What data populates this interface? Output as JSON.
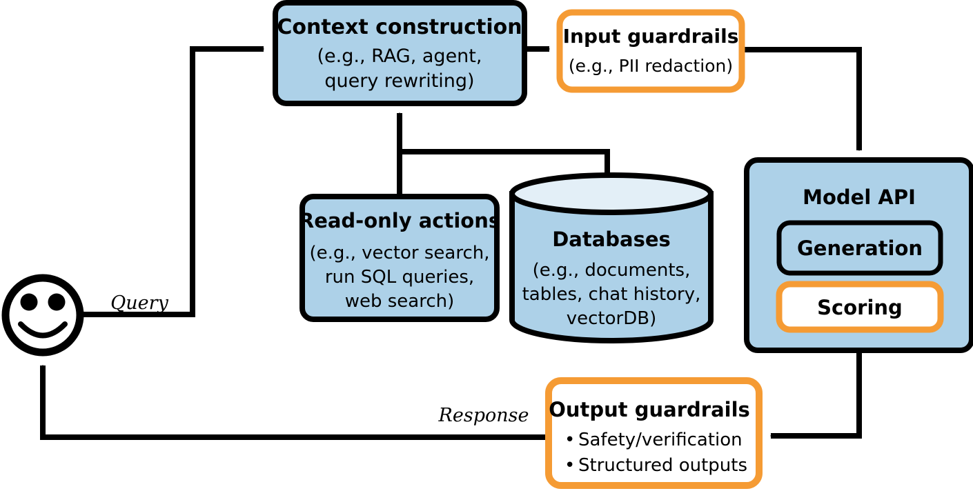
{
  "diagram": {
    "title_visible": false,
    "colors": {
      "node_blue_fill": "#ADD1E8",
      "cylinder_top_fill": "#E3EFF7",
      "guardrail_orange": "#F59B34",
      "stroke_black": "#000000",
      "white_fill": "#FFFFFF",
      "background": "#FFFFFF"
    },
    "nodes": {
      "user": {
        "name": "smiley-face-user",
        "icon": "smiley-face-icon",
        "label": ""
      },
      "context_construction": {
        "title": "Context construction",
        "subtitle_lines": [
          "(e.g., RAG, agent,",
          "query rewriting)"
        ],
        "style": "blue-box"
      },
      "input_guardrails": {
        "title": "Input guardrails",
        "subtitle_lines": [
          "(e.g., PII redaction)"
        ],
        "style": "orange-outline-box"
      },
      "model_api": {
        "title": "Model API",
        "style": "blue-box",
        "children": [
          {
            "label": "Generation",
            "style": "black-outline-blue-fill"
          },
          {
            "label": "Scoring",
            "style": "orange-outline-white-fill"
          }
        ]
      },
      "read_only_actions": {
        "title": "Read-only actions",
        "subtitle_lines": [
          "(e.g., vector search,",
          "run SQL queries,",
          "web search)"
        ],
        "style": "blue-box"
      },
      "databases": {
        "title": "Databases",
        "subtitle_lines": [
          "(e.g., documents,",
          "tables, chat history,",
          "vectorDB)"
        ],
        "style": "blue-cylinder"
      },
      "output_guardrails": {
        "title": "Output guardrails",
        "bullets": [
          "Safety/verification",
          "Structured outputs"
        ],
        "bullet_glyph": "•",
        "style": "orange-outline-box"
      }
    },
    "edge_labels": {
      "query": "Query",
      "response": "Response"
    }
  }
}
